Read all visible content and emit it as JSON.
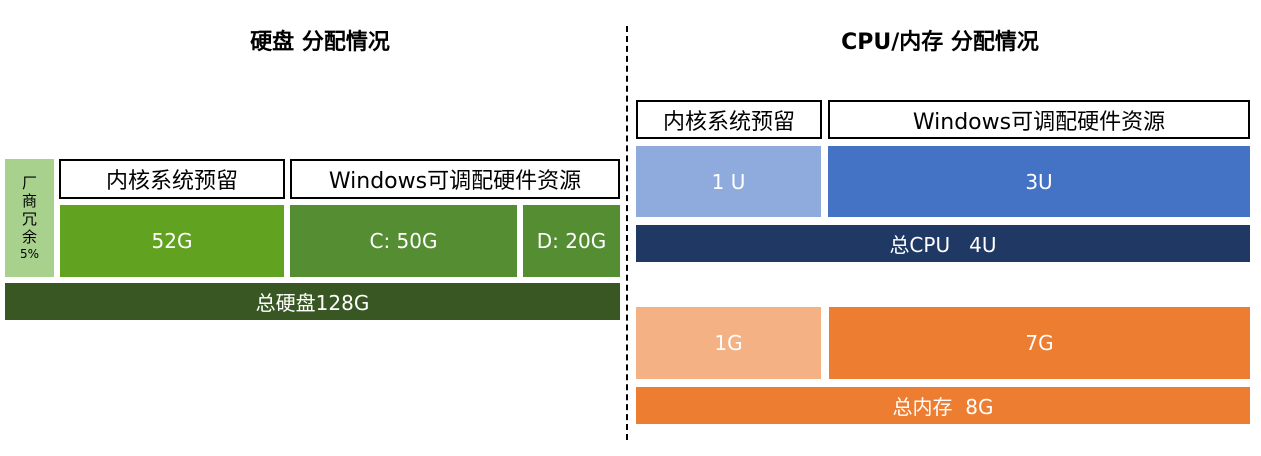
{
  "disk": {
    "title": "硬盘 分配情况",
    "vendor_chars": [
      "厂",
      "商",
      "冗",
      "余"
    ],
    "vendor_percent": "5%",
    "kernel_label": "内核系统预留",
    "windows_label": "Windows可调配硬件资源",
    "kernel_value": "52G",
    "c_value": "C: 50G",
    "d_value": "D: 20G",
    "total": "总硬盘128G"
  },
  "cpu_mem": {
    "title": "CPU/内存 分配情况",
    "kernel_label": "内核系统预留",
    "windows_label": "Windows可调配硬件资源",
    "cpu_kernel": "1 U",
    "cpu_windows": "3U",
    "cpu_total": "总CPU   4U",
    "mem_kernel": "1G",
    "mem_windows": "7G",
    "mem_total": "总内存  8G"
  },
  "colors": {
    "green_light": "#a9d18e",
    "green_mid": "#62a221",
    "green_dark_mid": "#548d32",
    "green_dark": "#385723",
    "blue_light": "#8faadc",
    "blue_mid": "#4472c4",
    "blue_dark": "#203864",
    "orange_light": "#f4b183",
    "orange_mid": "#ed7d31"
  }
}
